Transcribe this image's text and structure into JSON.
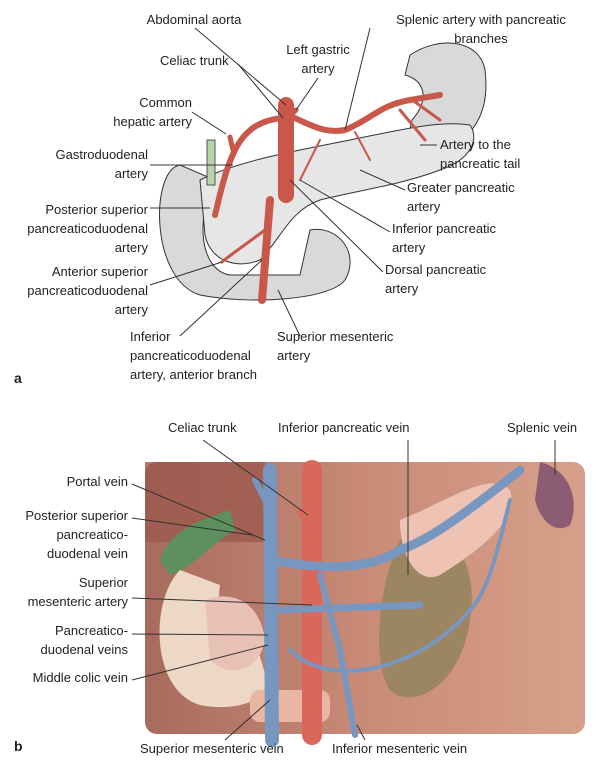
{
  "panel_a": {
    "letter": "a",
    "labels": {
      "abdominal_aorta": "Abdominal aorta",
      "splenic_artery": "Splenic artery with pancreatic\nbranches",
      "left_gastric": "Left gastric\nartery",
      "celiac_trunk": "Celiac trunk",
      "common_hepatic": "Common\nhepatic artery",
      "gastroduodenal": "Gastroduodenal\nartery",
      "artery_tail": "Artery to the\npancreatic tail",
      "greater_pancreatic": "Greater pancreatic\nartery",
      "post_sup_pd": "Posterior superior\npancreaticoduodenal\nartery",
      "inferior_pancreatic": "Inferior pancreatic\nartery",
      "ant_sup_pd": "Anterior superior\npancreaticoduodenal\nartery",
      "dorsal_pancreatic": "Dorsal pancreatic\nartery",
      "inf_pd": "Inferior\npancreaticoduodenal\nartery, anterior branch",
      "sma": "Superior mesenteric\nartery"
    }
  },
  "panel_b": {
    "letter": "b",
    "labels": {
      "celiac_trunk": "Celiac trunk",
      "inferior_pancreatic_vein": "Inferior pancreatic vein",
      "splenic_vein": "Splenic vein",
      "portal_vein": "Portal vein",
      "post_sup_pd_vein": "Posterior superior\npancreatico-\nduodenal vein",
      "sma": "Superior\nmesenteric artery",
      "pd_veins": "Pancreatico-\nduodenal veins",
      "middle_colic": "Middle colic vein",
      "smv": "Superior mesenteric vein",
      "imv": "Inferior mesenteric vein"
    }
  },
  "colors": {
    "artery": "#c9574a",
    "vein": "#6f8fb5",
    "organ_gray": "#d9d9d9",
    "muscle": "#c98b78"
  }
}
